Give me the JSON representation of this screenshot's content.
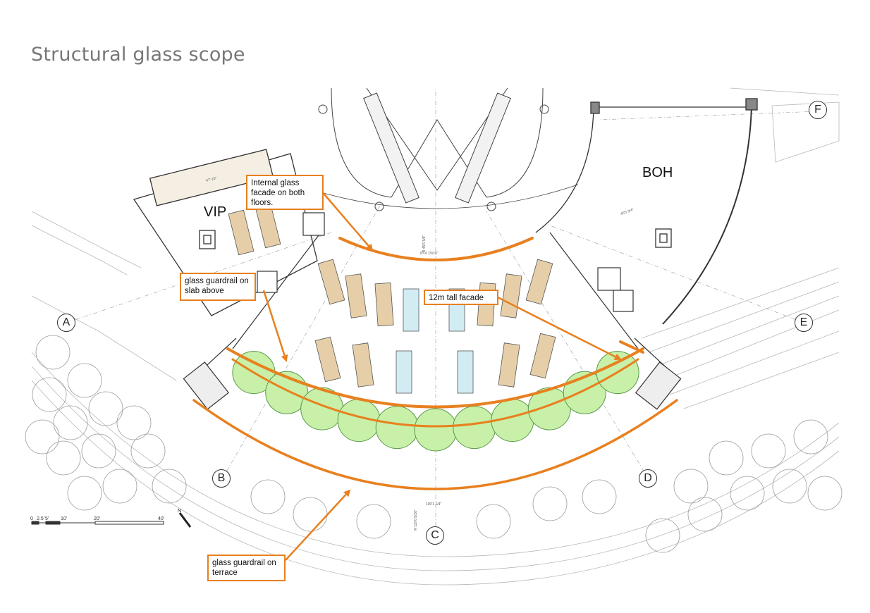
{
  "title": "Structural glass scope",
  "rooms": {
    "vip": "VIP",
    "boh": "BOH"
  },
  "grid_labels": [
    "A",
    "B",
    "C",
    "D",
    "E",
    "F"
  ],
  "callouts": {
    "internal_facade": "Internal glass facade on both floors.",
    "guardrail_slab": "glass guardrail on slab above",
    "tall_facade": "12m tall facade",
    "guardrail_terrace": "glass guardrail on terrace"
  },
  "scale_bar": [
    "0",
    "2.5'",
    "5'",
    "10'",
    "20'",
    "40'"
  ],
  "dimensions": [
    "87-0 15/16\"",
    "R 45'6 5/8\"",
    "100'1 1/4\"",
    "R 117'0 5/16\"",
    "40'5 3/4\"",
    "47'-10\""
  ],
  "colors": {
    "highlight": "#e8801f",
    "trees": "#c8f0a8",
    "tree_outline": "#5a9a4a",
    "furniture": "#e6cfa8",
    "glass_tables": "#d2ecf4",
    "linework": "#444444"
  }
}
